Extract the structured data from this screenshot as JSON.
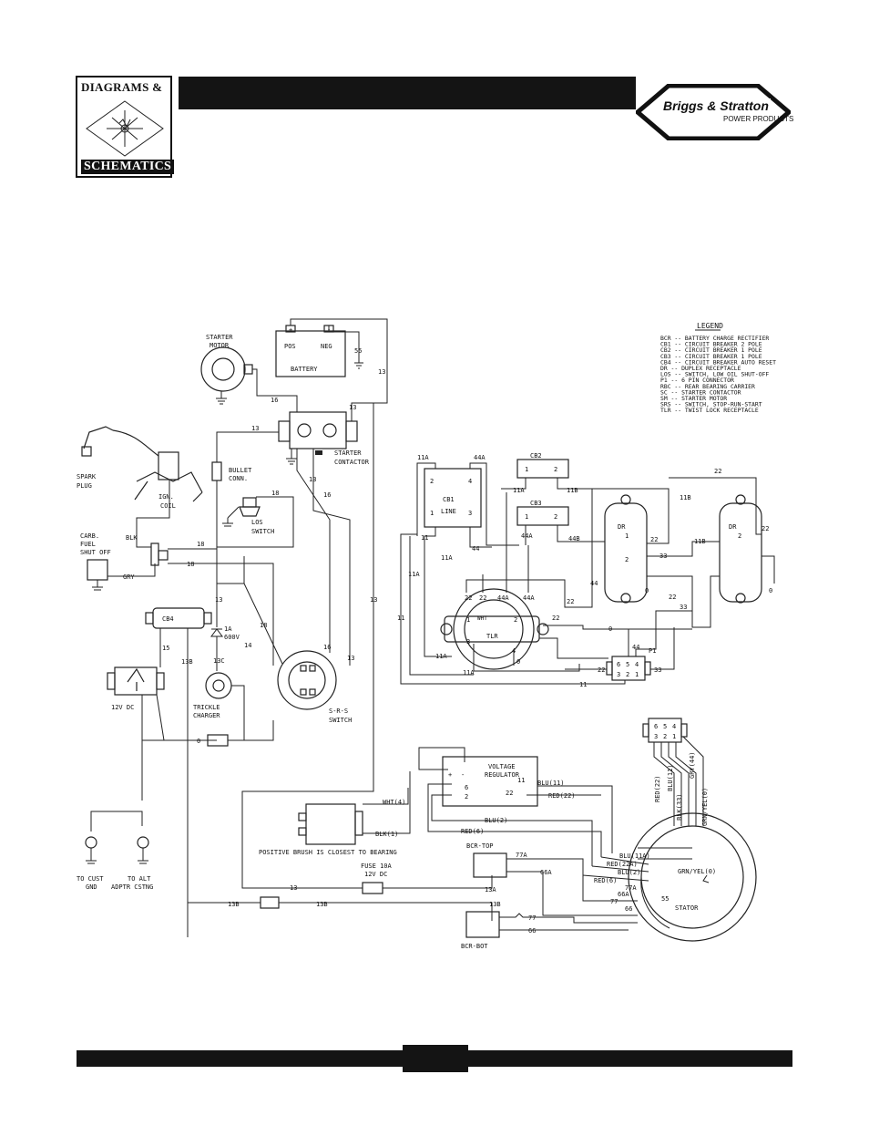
{
  "header": {
    "logo_line1": "DIAGRAMS &",
    "logo_line2": "SCHEMATICS",
    "brand_name": "Briggs & Stratton",
    "brand_sub": "POWER PRODUCTS"
  },
  "legend": {
    "title": "LEGEND",
    "items": [
      "BCR -- BATTERY CHARGE RECTIFIER",
      "CB1 -- CIRCUIT BREAKER 2 POLE",
      "CB2 -- CIRCUIT BREAKER 1 POLE",
      "CB3 -- CIRCUIT BREAKER 1 POLE",
      "CB4 -- CIRCUIT BREAKER AUTO RESET",
      "DR -- DUPLEX RECEPTACLE",
      "LOS -- SWITCH, LOW OIL SHUT-OFF",
      "P1 -- 6 PIN CONNECTOR",
      "RBC -- REAR BEARING CARRIER",
      "SC -- STARTER CONTACTOR",
      "SM -- STARTER MOTOR",
      "SRS -- SWITCH, STOP-RUN-START",
      "TLR -- TWIST LOCK RECEPTACLE"
    ]
  },
  "labels": {
    "battery": "BATTERY",
    "pos": "POS",
    "neg": "NEG",
    "starter_motor": [
      "STARTER",
      "MOTOR"
    ],
    "starter_contactor": [
      "STARTER",
      "CONTACTOR"
    ],
    "spark_plug": [
      "SPARK",
      "PLUG"
    ],
    "ign_coil": [
      "IGN.",
      "COIL"
    ],
    "bullet_conn": [
      "BULLET",
      "CONN."
    ],
    "los_switch": [
      "LOS",
      "SWITCH"
    ],
    "carb": [
      "CARB.",
      "FUEL",
      "SHUT OFF"
    ],
    "blk": "BLK",
    "gry": "GRY",
    "cb4": "CB4",
    "diode": [
      "1A",
      "600V"
    ],
    "dc12": "12V DC",
    "trickle": [
      "TRICKLE",
      "CHARGER"
    ],
    "srs": [
      "S-R-S",
      "SWITCH"
    ],
    "cust_gnd": [
      "TO CUST",
      "GND"
    ],
    "alt_adptr": [
      "TO ALT",
      "ADPTR CSTNG"
    ],
    "voltage_regulator": [
      "VOLTAGE",
      "REGULATOR"
    ],
    "positive_brush": "POSITIVE BRUSH IS CLOSEST TO BEARING",
    "fuse": [
      "FUSE 10A",
      "12V DC"
    ],
    "bcr_top": "BCR-TOP",
    "bcr_bot": "BCR-BOT",
    "stator": "STATOR",
    "grn_yel0": "GRN/YEL(0)",
    "cb1": "CB1",
    "line": "LINE",
    "cb2": "CB2",
    "cb3": "CB3",
    "dr": "DR",
    "tlr": "TLR",
    "wht": "WHT",
    "p1": "P1",
    "wht4": "WHT(4)",
    "blk1": "BLK(1)",
    "blu11": "BLU(11)",
    "red22": "RED(22)",
    "blu2": "BLU(2)",
    "red6": "RED(6)",
    "blu11a": "BLU(11A)",
    "red22a": "RED(22A)",
    "stator_leads": [
      "RED(22)",
      "BLU(11)",
      "BLK(33)",
      "GRY(44)",
      "GRN/YEL(0)"
    ]
  },
  "wires": {
    "w13": "13",
    "w16": "16",
    "w18": "18",
    "w55": "55",
    "w15": "15",
    "w14": "14",
    "w13b": "13B",
    "w13c": "13C",
    "w13a": "13A",
    "w66": "66",
    "w66a": "66A",
    "w77": "77",
    "w77a": "77A",
    "w0": "0",
    "w11": "11",
    "w11a": "11A",
    "w11b": "11B",
    "w22": "22",
    "w33": "33",
    "w44": "44",
    "w44a": "44A",
    "w44b": "44B",
    "w2": "2",
    "w6": "6",
    "w1": "1",
    "w3": "3",
    "w4": "4",
    "w5": "5",
    "plus": "+",
    "minus": "-"
  }
}
